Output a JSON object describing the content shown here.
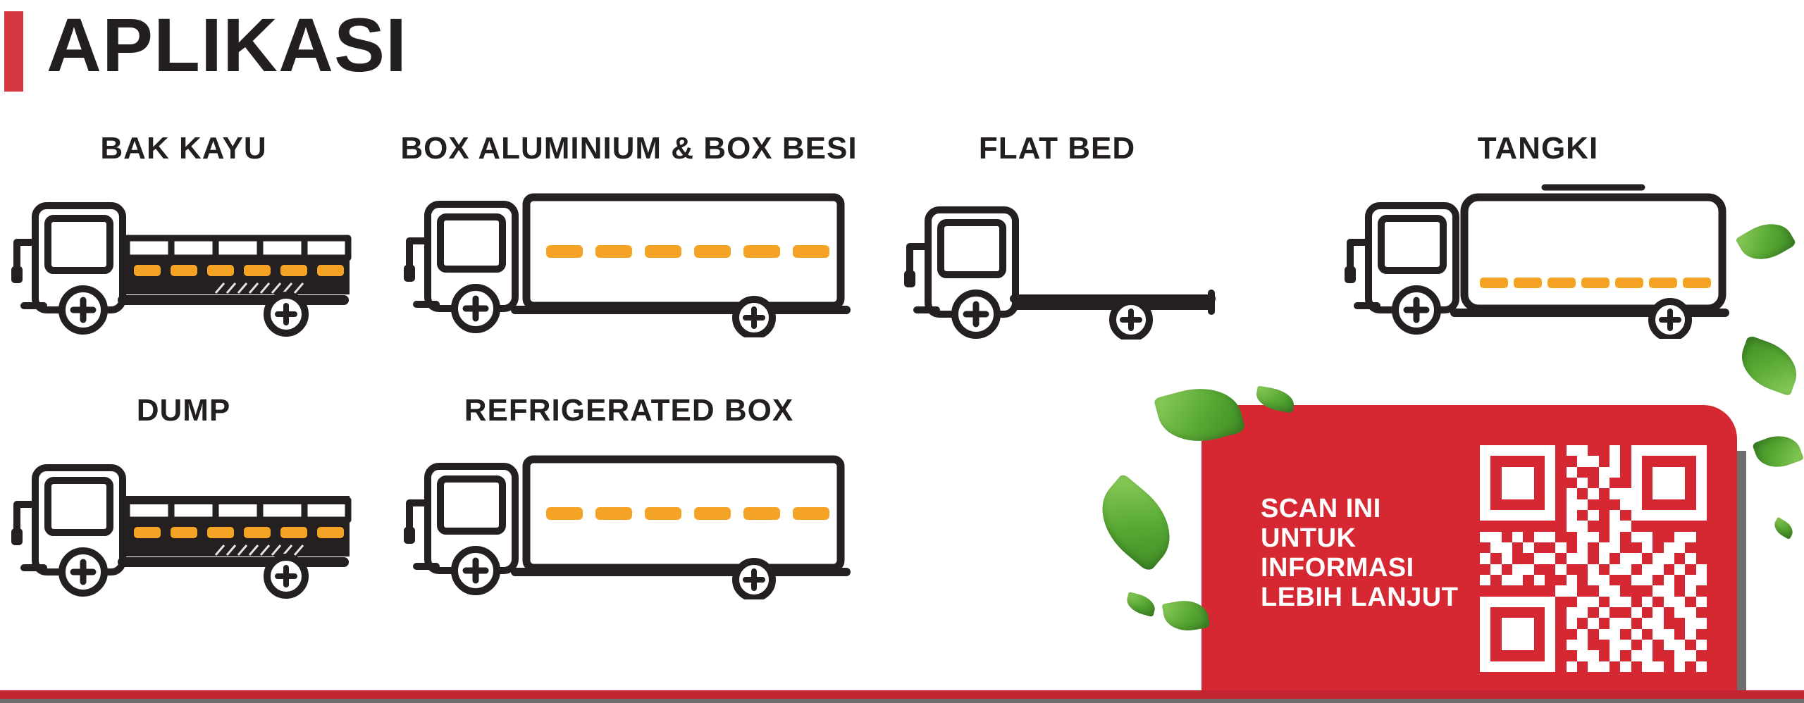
{
  "title": "APLIKASI",
  "applications": [
    {
      "id": "bak-kayu",
      "label": "BAK KAYU"
    },
    {
      "id": "box-aluminium-besi",
      "label": "BOX ALUMINIUM & BOX BESI"
    },
    {
      "id": "flat-bed",
      "label": "FLAT BED"
    },
    {
      "id": "tangki",
      "label": "TANGKI"
    },
    {
      "id": "dump",
      "label": "DUMP"
    },
    {
      "id": "refrigerated-box",
      "label": "REFRIGERATED BOX"
    }
  ],
  "scan_card": {
    "text": "SCAN INI\nUNTUK\nINFORMASI\nLEBIH LANJUT"
  },
  "qr_code": {
    "matrix": [
      "111111101100101111111",
      "100000100110101000001",
      "101110101001101011101",
      "101110100101001011101",
      "101110101010111011101",
      "100000101100011000001",
      "111111101010101111111",
      "000000001100110000000",
      "110101100110101100110",
      "011010010101100101100",
      "101001101101011011010",
      "010110010010110110101",
      "101101001011001101011",
      "000000011001100011010",
      "111111100110110101101",
      "100000101101001010110",
      "101110101010110110011",
      "101110100101101011010",
      "101110101100110101101",
      "100000100110101100110",
      "111111101011010110101"
    ]
  },
  "colors": {
    "accent-red": "#d63843",
    "card-red": "#d52833",
    "footer-red": "#c32531",
    "footer-gray": "#6e6e6e",
    "truck-dark": "#241f21",
    "dash-orange": "#f5a325",
    "leaf-green": "#56a833",
    "text-dark": "#231f20",
    "card-text": "#ffffff"
  }
}
